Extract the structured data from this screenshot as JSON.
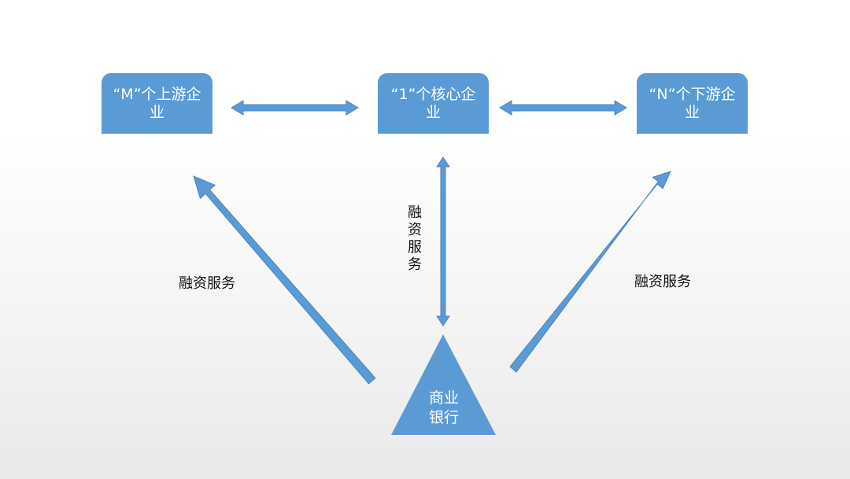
{
  "diagram": {
    "nodes": {
      "upstream": {
        "line1": "“M”个上游企",
        "line2": "业"
      },
      "core": {
        "line1": "“1”个核心企",
        "line2": "业"
      },
      "downstream": {
        "line1": "“N”个下游企",
        "line2": "业"
      },
      "bank": {
        "line1": "商业",
        "line2": "银行"
      }
    },
    "labels": {
      "left": "融资服务",
      "center": "融资服务",
      "right": "融资服务"
    },
    "colors": {
      "box": "#5b9bd5",
      "arrow": "#5b9bd5",
      "outline": "#4a86c1",
      "text_light": "#ffffff",
      "text_dark": "#111111"
    }
  }
}
